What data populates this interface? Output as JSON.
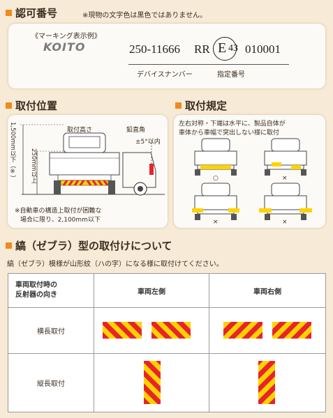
{
  "sec1": {
    "title": "認可番号",
    "note": "※現物の文字色は黒色ではありません。"
  },
  "marking": {
    "caption": "《マーキング表示例》",
    "logo": "KOITO",
    "device_no": "250-11666",
    "rr": "RR",
    "e_mark": "E",
    "e_num": "43",
    "approval_no": "010001",
    "label_device": "デバイスナンバー",
    "label_approval": "指定番号"
  },
  "sec2": {
    "title": "取付位置",
    "height_label": "取付高さ",
    "angle_label": "鉛直角",
    "angle_value": "±5°以内",
    "v1500": "1,500mm以下（※）",
    "v250": "250mm以上",
    "note1": "※自動車の構造上取付が困難な",
    "note2": "場合に限り、2,100mm以下"
  },
  "sec3": {
    "title": "取付規定",
    "desc1": "左右対称・下端は水平に、製品自体が",
    "desc2": "車体から車幅で突出しない様に取付",
    "mark_ok": "○",
    "mark_ng": "×"
  },
  "sec4": {
    "title": "縞（ゼブラ）型の取付けについて",
    "desc": "縞（ゼブラ）模様が山形紋（ハの字）になる様に取付けてください。"
  },
  "table": {
    "head1_line1": "車両取付時の",
    "head1_line2": "反射器の向き",
    "left": "車両左側",
    "right": "車両右側",
    "row1": "横長取付",
    "row2": "縦長取付"
  },
  "colors": {
    "accent": "#f08a1c",
    "stripe_red": "#e8232b",
    "stripe_yellow": "#ffd200",
    "bg": "#f7ead6"
  }
}
